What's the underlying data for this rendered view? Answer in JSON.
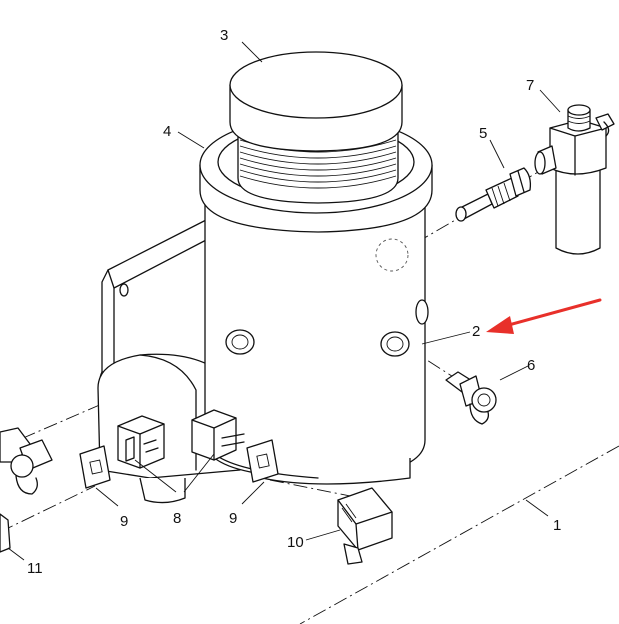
{
  "callouts": {
    "c1": "1",
    "c2": "2",
    "c3": "3",
    "c4": "4",
    "c5": "5",
    "c6": "6",
    "c7": "7",
    "c8": "8",
    "c9a": "9",
    "c9b": "9",
    "c10": "10",
    "c11": "11"
  },
  "colors": {
    "line": "#111111",
    "highlight_arrow": "#e8302a",
    "background": "#ffffff"
  }
}
